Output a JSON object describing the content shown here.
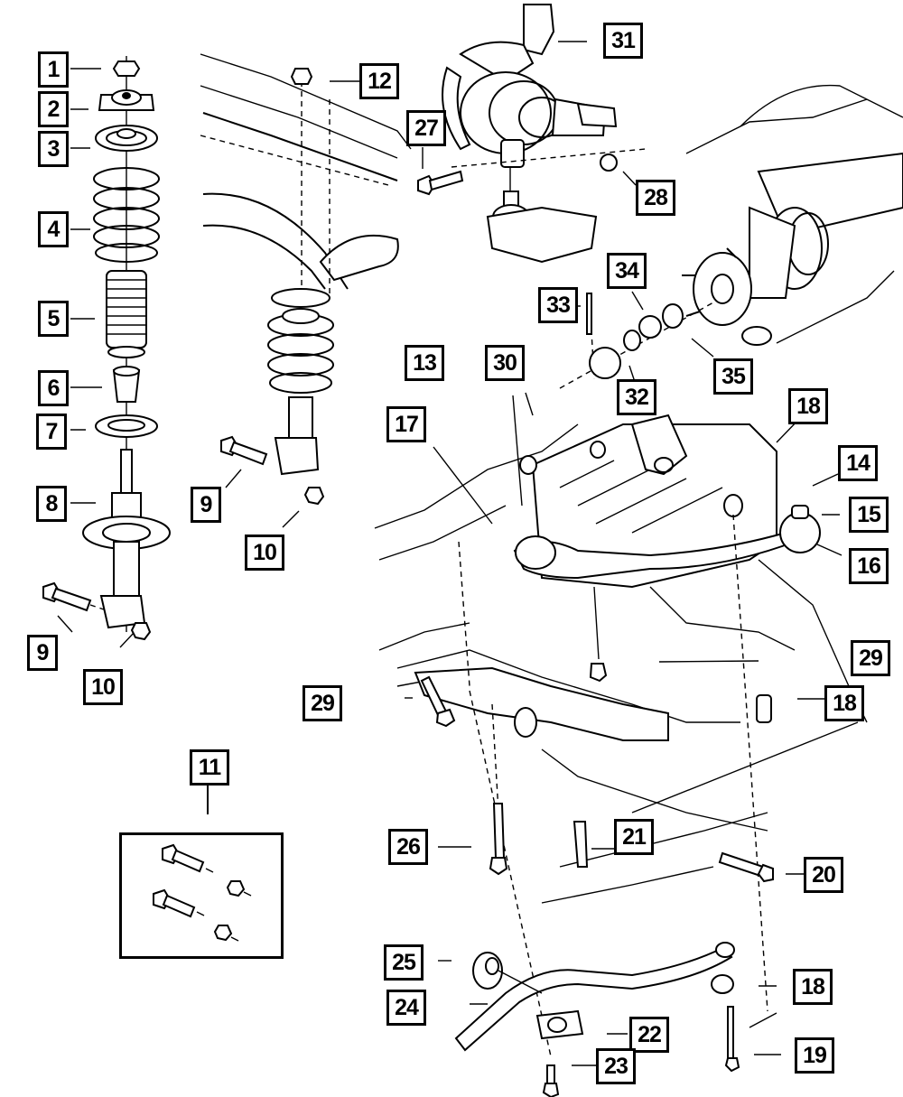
{
  "diagram": {
    "title": "Front Suspension Exploded Parts Diagram",
    "type": "exploded-view parts illustration",
    "kit_group": {
      "callout": "11",
      "contents": [
        "bolt",
        "bolt",
        "nut",
        "nut"
      ]
    },
    "callouts": [
      {
        "id": "1",
        "part": "strut-mount-nut"
      },
      {
        "id": "2",
        "part": "strut-upper-mount"
      },
      {
        "id": "3",
        "part": "upper-spring-seat"
      },
      {
        "id": "4",
        "part": "coil-spring"
      },
      {
        "id": "5",
        "part": "dust-boot"
      },
      {
        "id": "6",
        "part": "jounce-bumper"
      },
      {
        "id": "7",
        "part": "lower-spring-isolator"
      },
      {
        "id": "8",
        "part": "strut-assembly"
      },
      {
        "id": "9",
        "part": "strut-bolt"
      },
      {
        "id": "9",
        "part": "strut-bolt"
      },
      {
        "id": "10",
        "part": "strut-nut"
      },
      {
        "id": "10",
        "part": "strut-nut"
      },
      {
        "id": "11",
        "part": "hardware-kit"
      },
      {
        "id": "12",
        "part": "upper-mount-nut"
      },
      {
        "id": "13",
        "part": "crossmember-bolt"
      },
      {
        "id": "14",
        "part": "lower-control-arm"
      },
      {
        "id": "15",
        "part": "ball-joint"
      },
      {
        "id": "16",
        "part": "control-arm-bushing"
      },
      {
        "id": "17",
        "part": "crossmember"
      },
      {
        "id": "18",
        "part": "isolator-bushing"
      },
      {
        "id": "18",
        "part": "isolator-bushing"
      },
      {
        "id": "18",
        "part": "isolator-bushing"
      },
      {
        "id": "19",
        "part": "link-bolt"
      },
      {
        "id": "20",
        "part": "crossmember-bolt"
      },
      {
        "id": "21",
        "part": "retainer-clip"
      },
      {
        "id": "22",
        "part": "stabilizer-bushing-clamp"
      },
      {
        "id": "23",
        "part": "clamp-bolt"
      },
      {
        "id": "24",
        "part": "stabilizer-bar"
      },
      {
        "id": "25",
        "part": "stabilizer-bar-bushing"
      },
      {
        "id": "26",
        "part": "crossmember-bolt"
      },
      {
        "id": "27",
        "part": "pinch-bolt"
      },
      {
        "id": "28",
        "part": "pinch-nut"
      },
      {
        "id": "29",
        "part": "bolt"
      },
      {
        "id": "29",
        "part": "bolt"
      },
      {
        "id": "30",
        "part": "transmission-mount"
      },
      {
        "id": "31",
        "part": "steering-knuckle"
      },
      {
        "id": "32",
        "part": "hub-nut"
      },
      {
        "id": "33",
        "part": "cotter-pin"
      },
      {
        "id": "34",
        "part": "nut-retainer"
      },
      {
        "id": "35",
        "part": "hub-bearing"
      }
    ]
  }
}
